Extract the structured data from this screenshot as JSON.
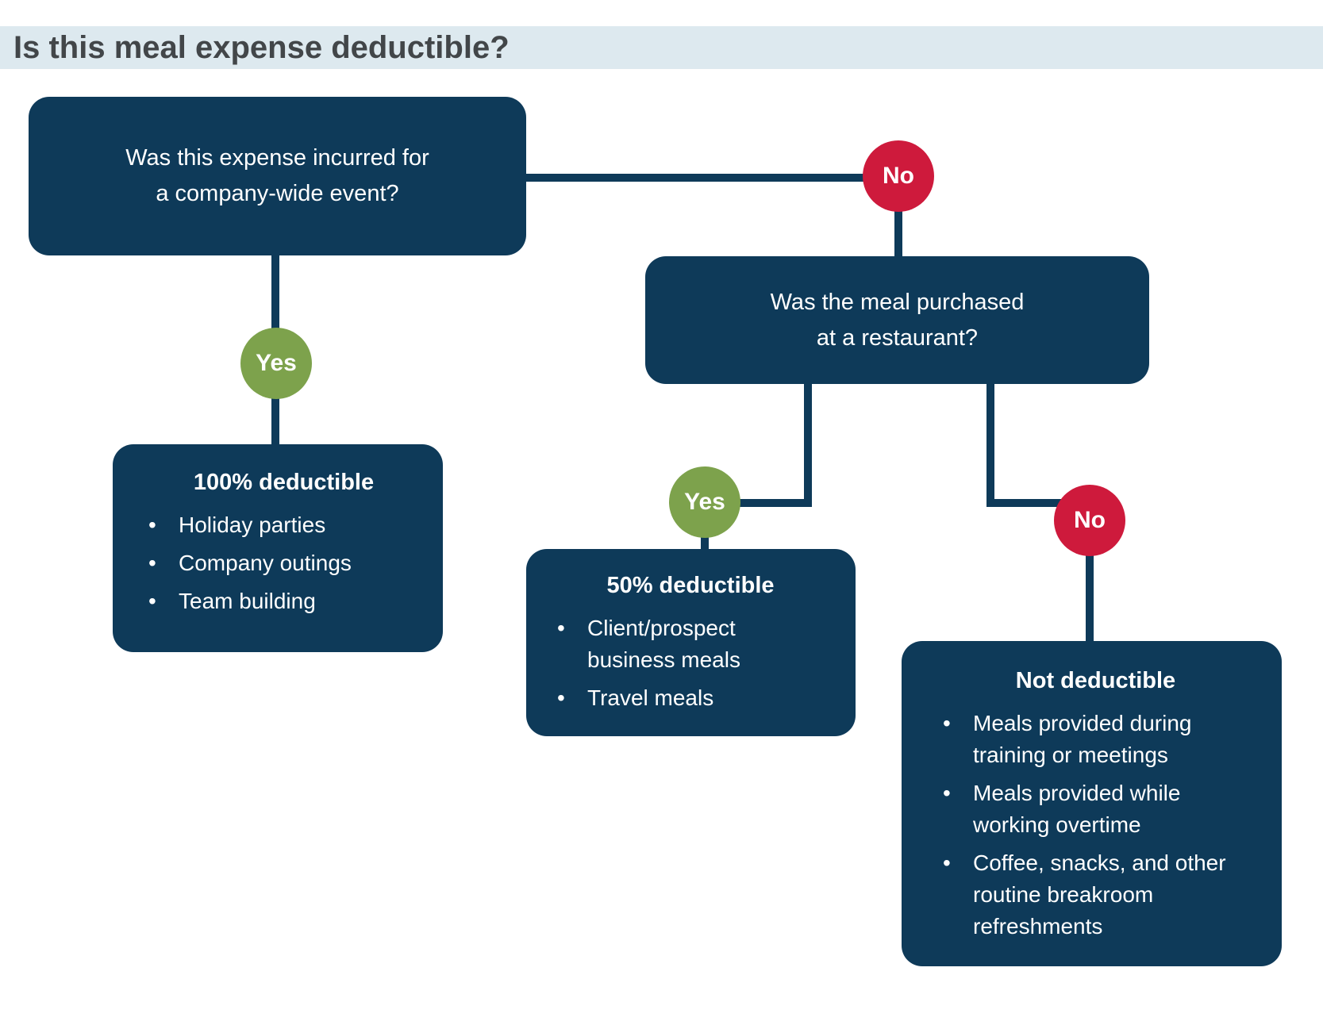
{
  "page": {
    "title": "Is this meal expense deductible?"
  },
  "colors": {
    "navy": "#0e3a59",
    "green": "#7da24c",
    "red": "#ce1a3c",
    "band_bg": "#dde9ef",
    "title_text": "#424649",
    "box_text": "#ffffff"
  },
  "flowchart": {
    "question_company_event": {
      "line1": "Was this expense incurred for",
      "line2": "a company-wide event?"
    },
    "question_restaurant": {
      "line1": "Was the meal purchased",
      "line2": "at a restaurant?"
    },
    "labels": {
      "yes": "Yes",
      "no": "No"
    },
    "outcome_100": {
      "title": "100% deductible",
      "bullets": [
        "Holiday parties",
        "Company outings",
        "Team building"
      ]
    },
    "outcome_50": {
      "title": "50% deductible",
      "bullets": [
        "Client/prospect business meals",
        "Travel meals"
      ]
    },
    "outcome_not": {
      "title": "Not deductible",
      "bullets": [
        "Meals provided during training or meetings",
        "Meals provided while working overtime",
        "Coffee, snacks, and other routine breakroom refreshments"
      ]
    }
  }
}
